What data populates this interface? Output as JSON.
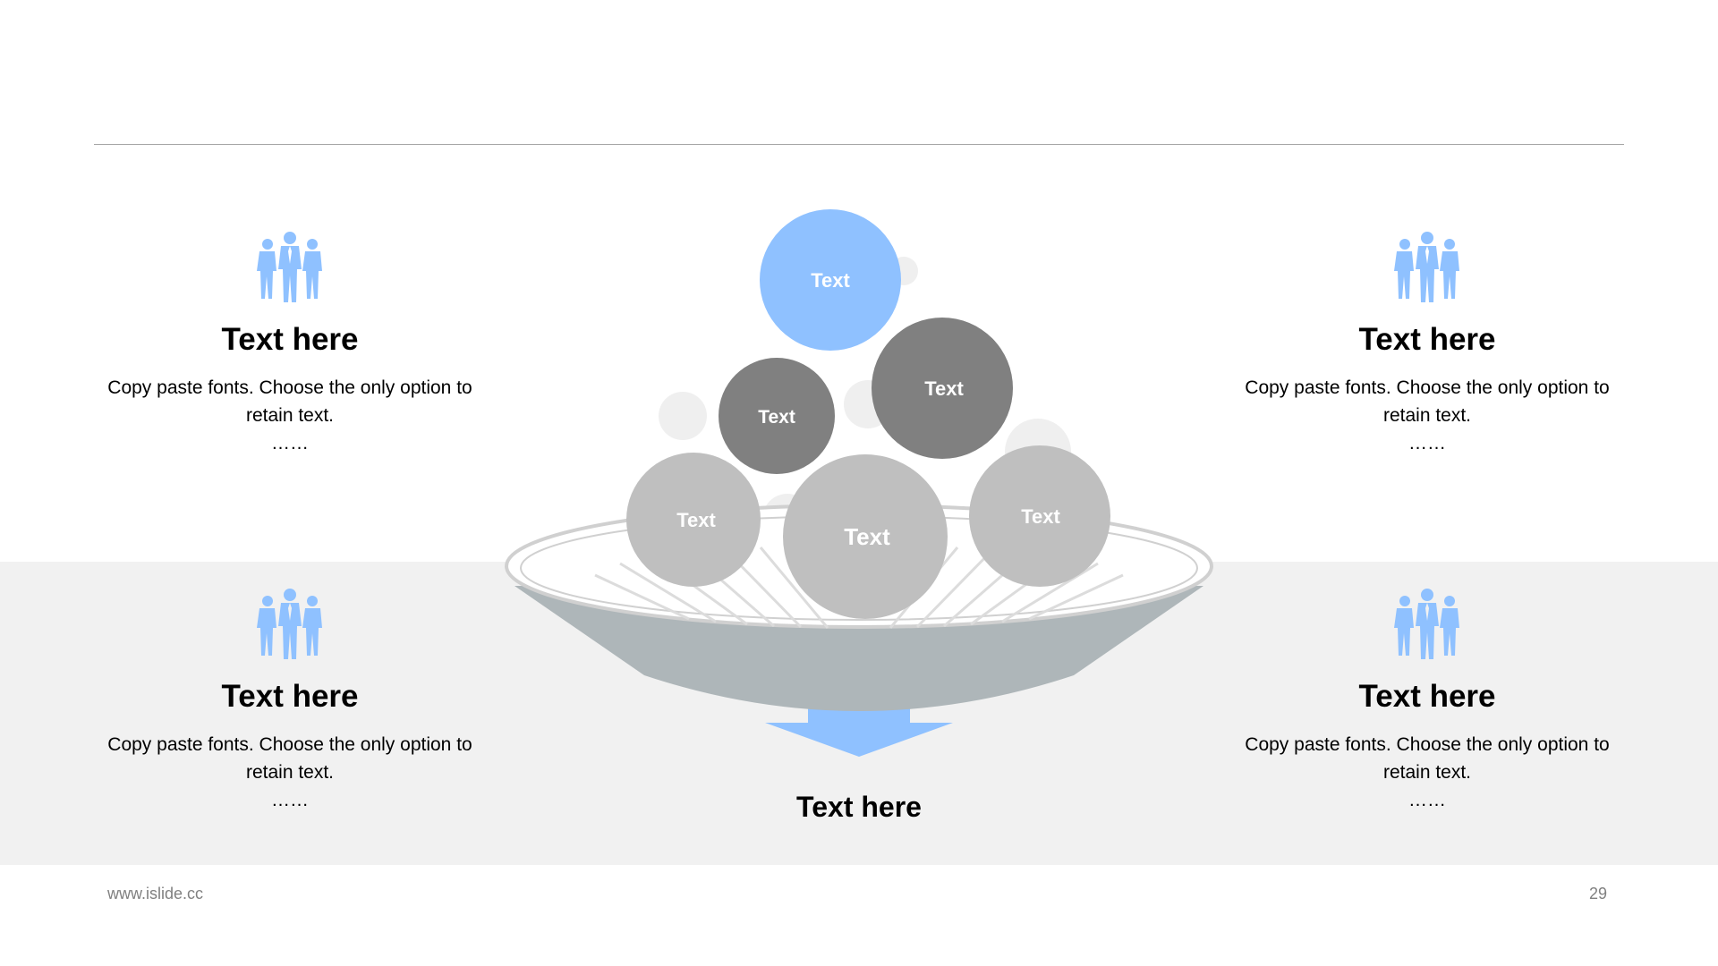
{
  "colors": {
    "accent_blue": "#8fc1ff",
    "dark_gray": "#808080",
    "mid_gray": "#bfbfbf",
    "light_gray": "#f1f1f1",
    "bowl_gray": "#aeb6b9"
  },
  "icon": "team-people-icon",
  "cards": [
    {
      "heading": "Text here",
      "body": "Copy paste fonts. Choose the only option to retain text.",
      "dots": "……"
    },
    {
      "heading": "Text here",
      "body": "Copy paste fonts. Choose the only option to retain text.",
      "dots": "……"
    },
    {
      "heading": "Text here",
      "body": "Copy paste fonts. Choose the only option to retain text.",
      "dots": "……"
    },
    {
      "heading": "Text here",
      "body": "Copy paste fonts. Choose the only option to retain text.",
      "dots": "……"
    }
  ],
  "diagram": {
    "balls": [
      {
        "label": "Text",
        "tone": "blue"
      },
      {
        "label": "Text",
        "tone": "dark"
      },
      {
        "label": "Text",
        "tone": "dark"
      },
      {
        "label": "Text",
        "tone": "light"
      },
      {
        "label": "Text",
        "tone": "light"
      },
      {
        "label": "Text",
        "tone": "light"
      }
    ],
    "caption": "Text here"
  },
  "footer": {
    "url": "www.islide.cc",
    "page": "29"
  }
}
